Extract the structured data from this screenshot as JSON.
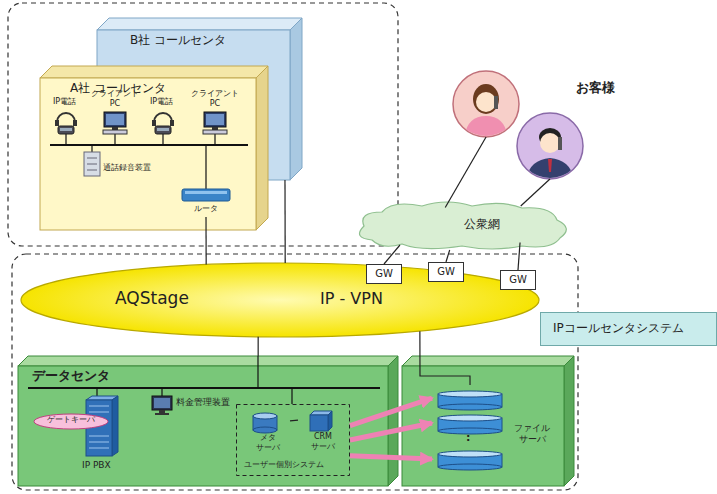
{
  "diagram": {
    "nodes": [
      {
        "text": [
          "B社 コールセンタ"
        ]
      },
      {
        "text": [
          "A社 コールセンタ"
        ]
      },
      {
        "text": [
          "IP電話"
        ],
        "in": 1
      },
      {
        "text": [
          "クライアント PC"
        ],
        "in": 1
      },
      {
        "text": [
          "IP電話"
        ],
        "in": 1
      },
      {
        "text": [
          "クライアント PC"
        ],
        "in": 1
      },
      {
        "text": [
          "通話録音装置"
        ],
        "in": 1
      },
      {
        "text": [
          "ルータ"
        ],
        "in": 1
      },
      {
        "text": [
          "お客様"
        ]
      },
      {
        "text": [
          "公衆網"
        ]
      },
      {
        "text": [
          "AQStage",
          "IP - VPN"
        ]
      },
      {
        "text": [
          "GW"
        ]
      },
      {
        "text": [
          "GW"
        ]
      },
      {
        "text": [
          "GW"
        ]
      },
      {
        "text": [
          "IPコールセンタシステム"
        ]
      },
      {
        "text": [
          "データセンタ"
        ]
      },
      {
        "text": [
          "IP PBX"
        ],
        "in": 15
      },
      {
        "text": [
          "ゲートキーパ"
        ],
        "in": 16
      },
      {
        "text": [
          "料金管理装置"
        ],
        "in": 15
      },
      {
        "text": [
          "ユーザー個別システム"
        ],
        "in": 15
      },
      {
        "text": [
          "メタ サーバ"
        ],
        "in": 19
      },
      {
        "text": [
          "CRM サーバ"
        ],
        "in": 19
      },
      {
        "text": [
          "ファイル サーバ"
        ]
      }
    ],
    "edges": [
      {
        "from": 7,
        "to": 10,
        "arrow": "none"
      },
      {
        "from": 0,
        "to": 10,
        "arrow": "none"
      },
      {
        "from": 9,
        "to": 8,
        "arrow": "none"
      },
      {
        "from": 9,
        "to": 8,
        "arrow": "none"
      },
      {
        "from": 9,
        "to": 11,
        "arrow": "none"
      },
      {
        "from": 9,
        "to": 12,
        "arrow": "none"
      },
      {
        "from": 9,
        "to": 13,
        "arrow": "none"
      },
      {
        "from": 10,
        "to": 15,
        "arrow": "none"
      },
      {
        "from": 10,
        "to": 22,
        "arrow": "none"
      },
      {
        "from": 19,
        "to": 22,
        "arrow": "to"
      },
      {
        "from": 19,
        "to": 22,
        "arrow": "to"
      },
      {
        "from": 19,
        "to": 22,
        "arrow": "to"
      },
      {
        "from": 20,
        "to": 21,
        "arrow": "none"
      }
    ],
    "labels": [
      ":"
    ]
  }
}
